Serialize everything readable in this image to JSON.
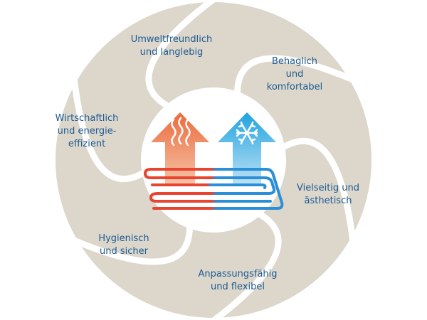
{
  "colors": {
    "ring": "#dcd6cb",
    "text": "#1d5b93",
    "warm": "#ec6a3c",
    "cold": "#1fa3e0",
    "warm_pipe": "#e8442f",
    "cold_pipe": "#2a8fd6"
  },
  "center_icon": {
    "left": "heat-arrow-icon",
    "right": "cold-arrow-icon",
    "bottom": "floor-heating-pipe-icon"
  },
  "segments": [
    {
      "label": "Umweltfreundlich\nund langlebig"
    },
    {
      "label": "Behaglich\nund\nkomfortabel"
    },
    {
      "label": "Vielseitig und\nästhetisch"
    },
    {
      "label": "Anpassungsfähig\nund flexibel"
    },
    {
      "label": "Hygienisch\nund sicher"
    },
    {
      "label": "Wirtschaftlich\nund energie-\neffizient"
    }
  ]
}
